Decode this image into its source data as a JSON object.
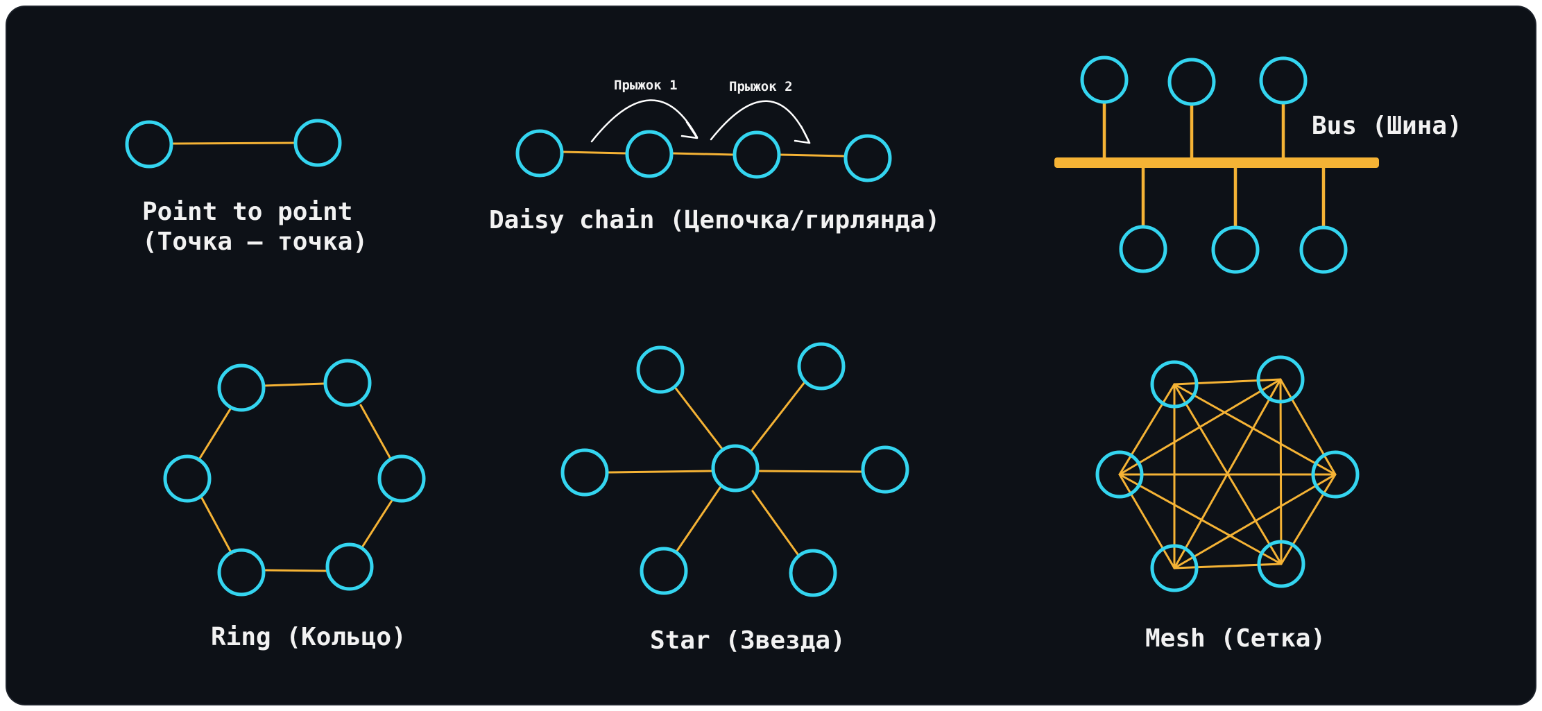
{
  "colors": {
    "background": "#0d1117",
    "node": "#34d5f0",
    "link": "#f5b335",
    "text": "#f2f2f2",
    "arrow": "#ffffff"
  },
  "topologies": {
    "point_to_point": {
      "label_line1": "Point to point",
      "label_line2": "(Точка – точка)"
    },
    "daisy_chain": {
      "label": "Daisy chain (Цепочка/гирлянда)",
      "hop1": "Прыжок 1",
      "hop2": "Прыжок 2"
    },
    "bus": {
      "label": "Bus (Шина)"
    },
    "ring": {
      "label": "Ring (Кольцо)"
    },
    "star": {
      "label": "Star (Звезда)"
    },
    "mesh": {
      "label": "Mesh (Сетка)"
    }
  }
}
